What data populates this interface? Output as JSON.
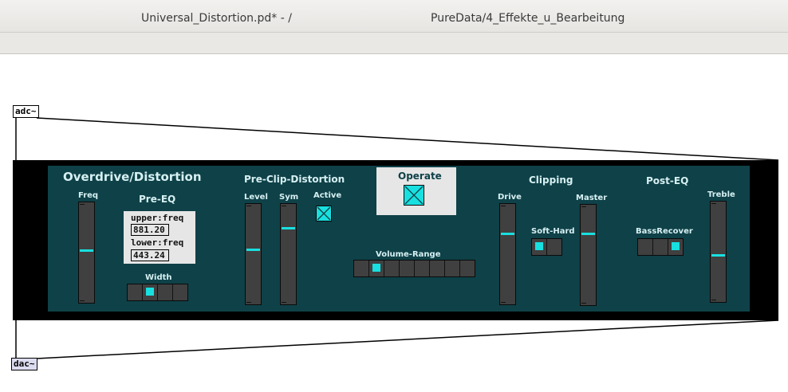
{
  "window": {
    "title_left": "Universal_Distortion.pd* - /",
    "title_right": "PureData/4_Effekte_u_Bearbeitung"
  },
  "objects": {
    "adc": "adc~",
    "dac": "dac~"
  },
  "panel": {
    "title": "Overdrive/Distortion",
    "freq_label": "Freq",
    "pre_eq": {
      "title": "Pre-EQ",
      "upper_label": "upper:freq",
      "upper_value": "881.20",
      "lower_label": "lower:freq",
      "lower_value": "443.24",
      "width_label": "Width"
    },
    "pre_clip": {
      "title": "Pre-Clip-Distortion",
      "level_label": "Level",
      "sym_label": "Sym",
      "active_label": "Active"
    },
    "operate_label": "Operate",
    "volume_range_label": "Volume-Range",
    "clipping": {
      "title": "Clipping",
      "drive_label": "Drive",
      "softhard_label": "Soft-Hard",
      "master_label": "Master"
    },
    "post_eq": {
      "title": "Post-EQ",
      "bassrecover_label": "BassRecover",
      "treble_label": "Treble"
    }
  },
  "controls": {
    "freq_slider_level": 0.52,
    "level_slider_level": 0.54,
    "sym_slider_level": 0.77,
    "drive_slider_level": 0.71,
    "master_slider_level": 0.72,
    "treble_slider_level": 0.46,
    "width_radio": {
      "count": 4,
      "selected": 1
    },
    "volume_range_radio": {
      "count": 8,
      "selected": 1
    },
    "softhard_radio": {
      "count": 2,
      "selected": 0
    },
    "bassrecover_radio": {
      "count": 3,
      "selected": 2
    },
    "active_toggle": true,
    "operate_toggle": true
  },
  "colors": {
    "panel_bg": "#0f4148",
    "accent": "#19e0e0",
    "slider_bg": "#404040",
    "frame": "#000000"
  }
}
